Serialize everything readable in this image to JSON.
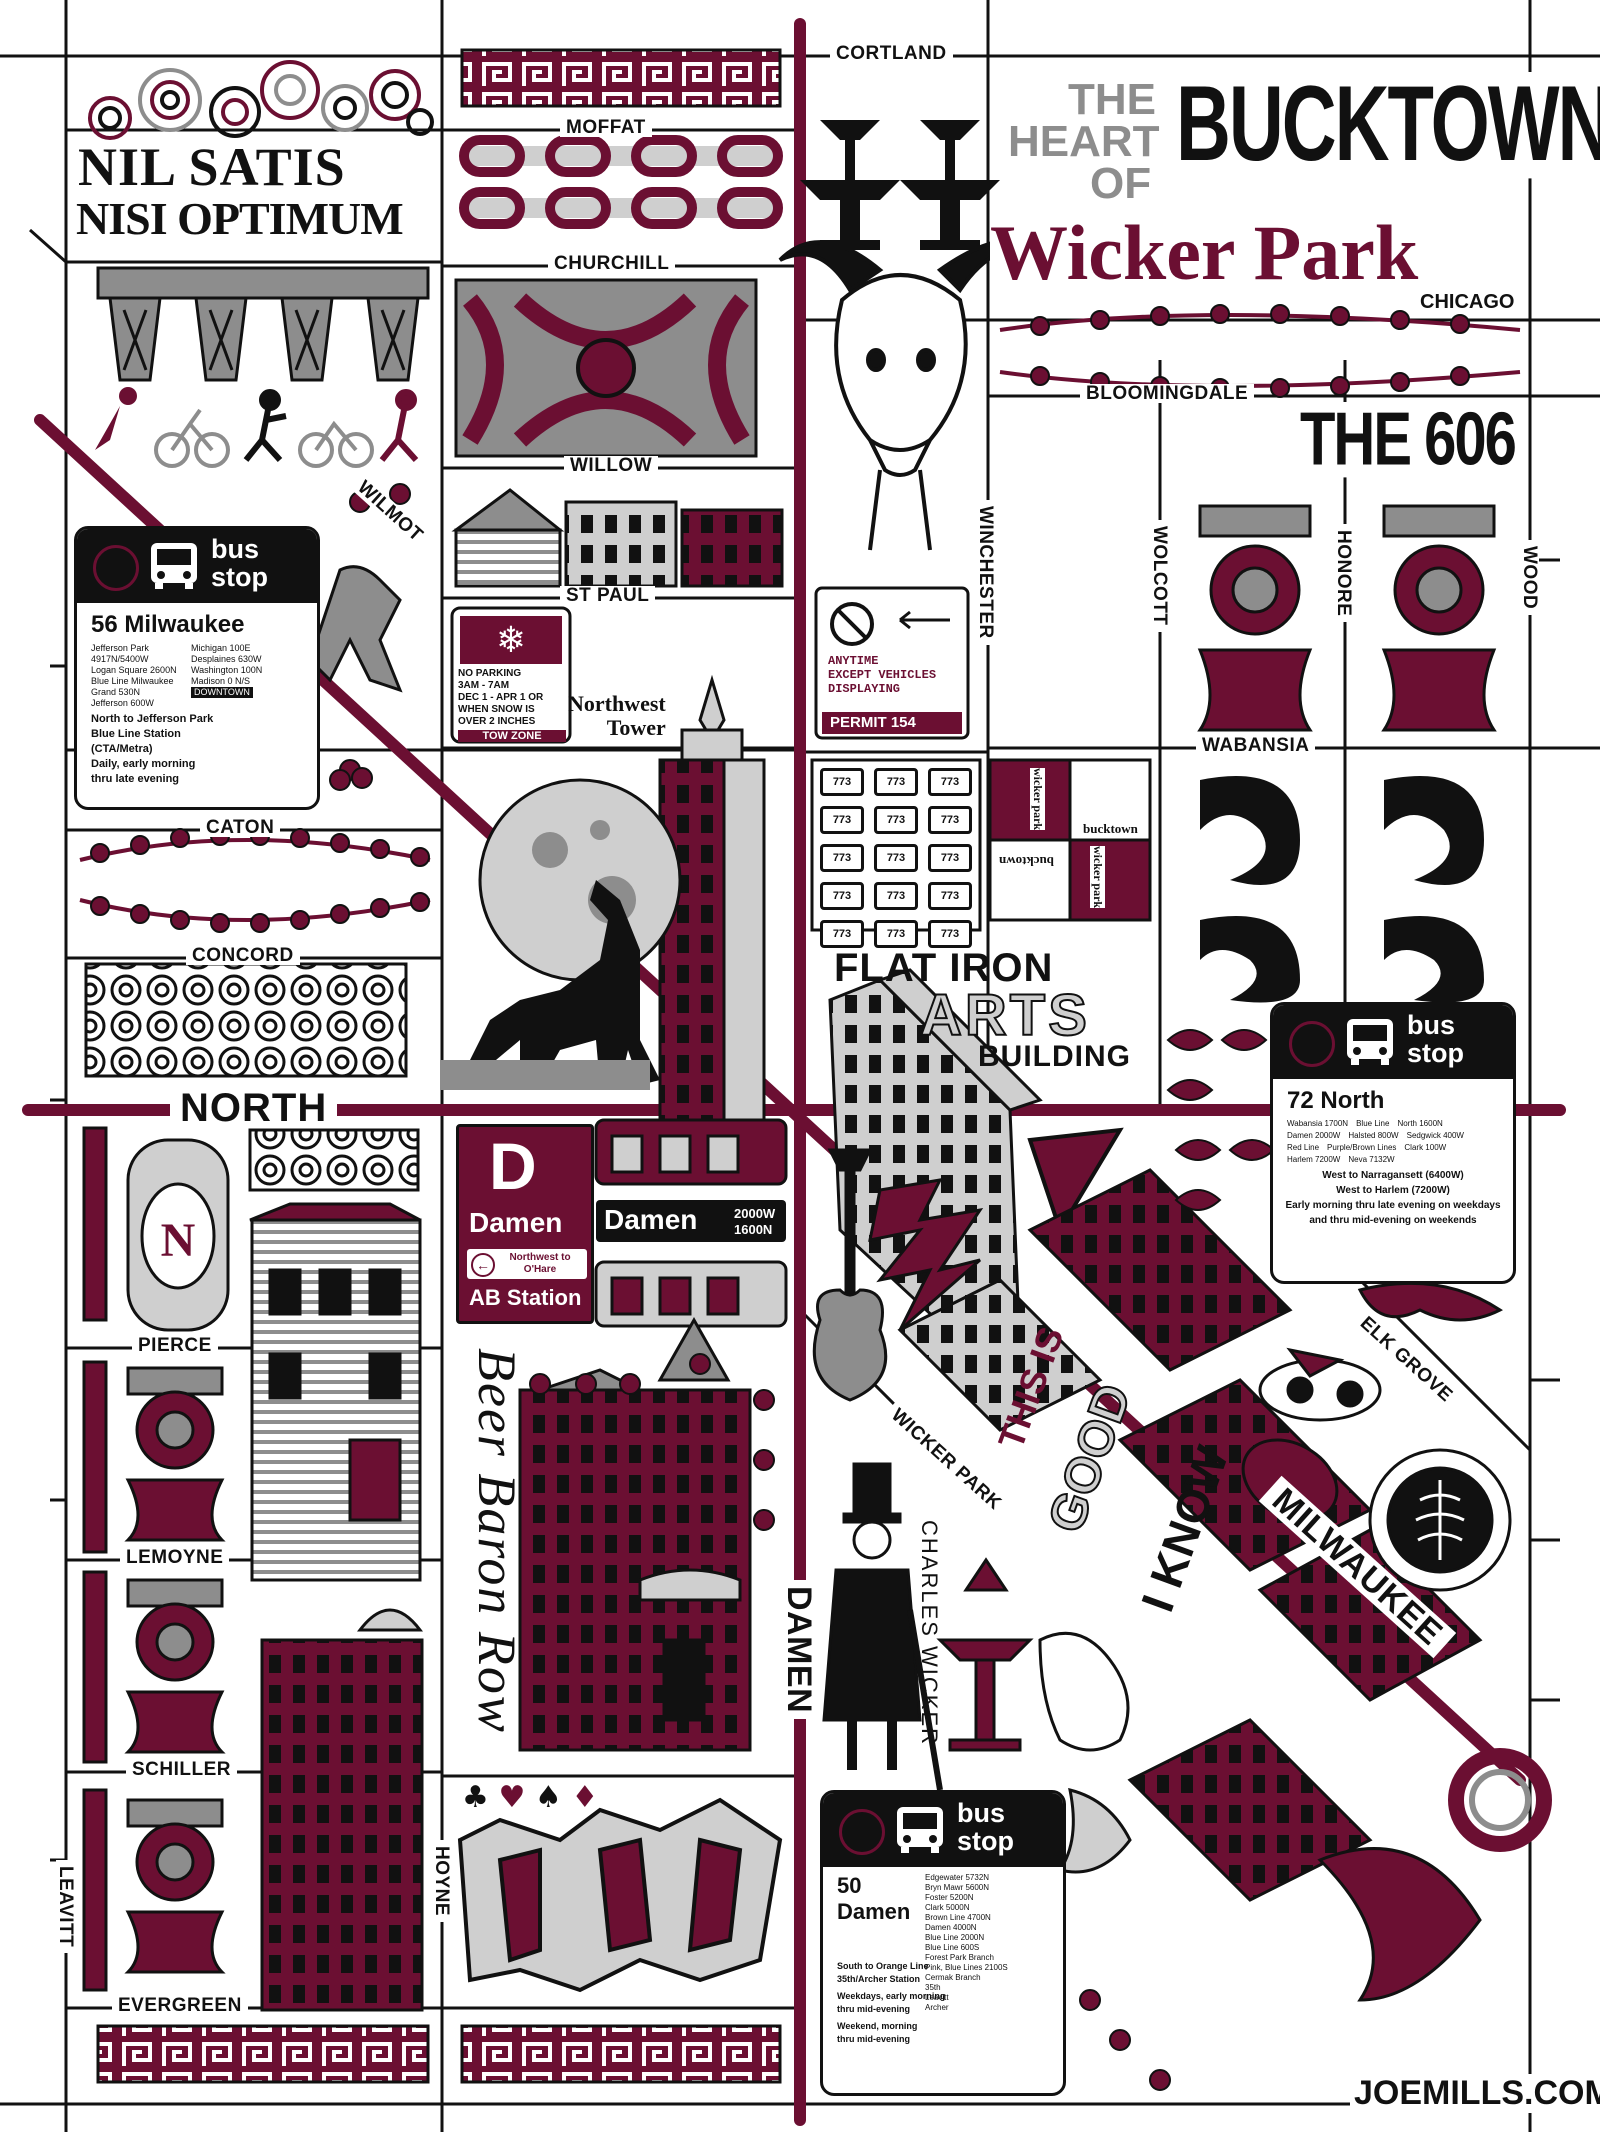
{
  "palette": {
    "maroon": "#6b0f32",
    "black": "#111111",
    "gray": "#8d8d8d",
    "light_gray": "#cfcfcf",
    "white": "#ffffff"
  },
  "streets": {
    "cortland": "CORTLAND",
    "moffat": "MOFFAT",
    "churchill": "CHURCHILL",
    "willow": "WILLOW",
    "st_paul": "ST PAUL",
    "wilmot": "WILMOT",
    "caton": "CATON",
    "concord": "CONCORD",
    "north": "NORTH",
    "bloomingdale": "BLOOMINGDALE",
    "winchester": "WINCHESTER",
    "wolcott": "WOLCOTT",
    "honore": "HONORE",
    "wood": "WOOD",
    "wabansia": "WABANSIA",
    "pierce": "PIERCE",
    "lemoyne": "LEMOYNE",
    "schiller": "SCHILLER",
    "evergreen": "EVERGREEN",
    "leavitt": "LEAVITT",
    "hoyne": "HOYNE",
    "damen": "DAMEN",
    "wicker_park": "WICKER PARK",
    "elk_grove": "ELK GROVE",
    "milwaukee": "MILWAUKEE"
  },
  "title": {
    "line1": "THE",
    "line2": "HEART",
    "line3": "OF",
    "bucktown": "BUCKTOWN",
    "wicker_park": "Wicker Park",
    "city": "CHICAGO",
    "the606": "THE 606"
  },
  "motto": {
    "line1": "NIL SATIS",
    "line2": "NISI OPTIMUM"
  },
  "bus_stops": [
    {
      "header": [
        "bus",
        "stop"
      ],
      "route": "56 Milwaukee",
      "stops": [
        "Jefferson Park 4917N/5400W",
        "Logan Square 2600N",
        "Blue Line Milwaukee",
        "Grand 530N",
        "Jefferson 600W",
        "Michigan 100E",
        "Desplaines 630W",
        "Washington 100N",
        "Madison 0 N/S",
        "DOWNTOWN"
      ],
      "lines": [
        "North to Jefferson Park",
        "Blue Line Station",
        "(CTA/Metra)",
        "Daily, early morning",
        "thru late evening"
      ]
    },
    {
      "header": [
        "bus",
        "stop"
      ],
      "route": "72 North",
      "stops": [
        "Wabansia 1700N",
        "Blue Line",
        "North 1600N",
        "Damen 2000W",
        "Halsted 800W",
        "Sedgwick 400W",
        "Red Line",
        "Purple/Brown Lines",
        "Clark 100W",
        "Harlem 7200W",
        "Neva 7132W"
      ],
      "lines": [
        "West to Narragansett (6400W)",
        "West to Harlem (7200W)",
        "Early morning thru late evening on weekdays",
        "and thru mid-evening on weekends"
      ]
    },
    {
      "header": [
        "bus",
        "stop"
      ],
      "route_num": "50",
      "route_name": "Damen",
      "stops": [
        "Edgewater 5732N",
        "Bryn Mawr 5600N",
        "Foster 5200N",
        "Clark 5000N",
        "Brown Line 4700N",
        "Damen 4000N",
        "Blue Line 2000N",
        "Blue Line 600S",
        "Forest Park Branch",
        "Pink, Blue Lines 2100S",
        "Cermak Branch",
        "35th",
        "Leavitt",
        "Archer"
      ],
      "lines": [
        "South to Orange Line",
        "35th/Archer Station",
        "Weekdays, early morning",
        "thru mid-evening",
        "Weekend, morning",
        "thru mid-evening"
      ]
    }
  ],
  "no_parking": {
    "lines": [
      "NO PARKING",
      "3AM - 7AM",
      "DEC 1 - APR 1 OR",
      "WHEN SNOW IS",
      "OVER 2 INCHES"
    ],
    "footer": "TOW ZONE"
  },
  "permit_sign": {
    "lines": [
      "ANYTIME",
      "EXCEPT VEHICLES",
      "DISPLAYING"
    ],
    "footer": "PERMIT 154"
  },
  "northwest_tower": {
    "line1": "Northwest",
    "line2": "Tower"
  },
  "plates": [
    "773",
    "773",
    "773",
    "773",
    "773",
    "773",
    "773",
    "773",
    "773",
    "773",
    "773",
    "773",
    "773",
    "773",
    "773"
  ],
  "tiles": [
    "wicker park",
    "bucktown",
    "bucktown",
    "wicker park"
  ],
  "flat_iron": {
    "line1": "FLAT IRON",
    "line2": "ARTS",
    "line3": "BUILDING"
  },
  "cta": {
    "letter": "D",
    "name": "Damen",
    "direction": "Northwest to O'Hare",
    "ab": "AB Station",
    "platform": "Damen",
    "addr1": "2000W",
    "addr2": "1600N"
  },
  "beer_baron": "Beer Baron Row",
  "this_is_good": [
    "THIS IS",
    "GOOD",
    "I KNOW"
  ],
  "charles_wicker": "CHARLES WICKER",
  "signature": "JOEMILLS.COM",
  "card_suits": [
    "♣",
    "♥",
    "♠",
    "♦"
  ]
}
